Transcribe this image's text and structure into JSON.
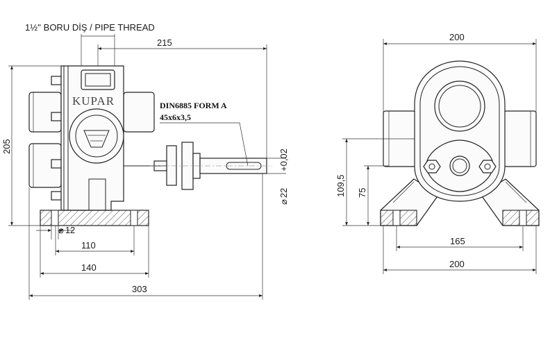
{
  "thread_note": "1½'' BORU DİŞ / PIPE THREAD",
  "key_note": "DIN6885 FORM A",
  "key_size": "45x6x3,5",
  "logo": "KUPAR",
  "side_view": {
    "dims": {
      "d215": "215",
      "d205": "205",
      "d12": "12",
      "d110": "110",
      "d140": "140",
      "d303": "303",
      "d22": "22",
      "d22_tol": "+0,02"
    },
    "diameter_symbol": "⌀"
  },
  "front_view": {
    "dims": {
      "top200": "200",
      "d109": "109,5",
      "d75": "75",
      "d165": "165",
      "bottom200": "200"
    }
  }
}
